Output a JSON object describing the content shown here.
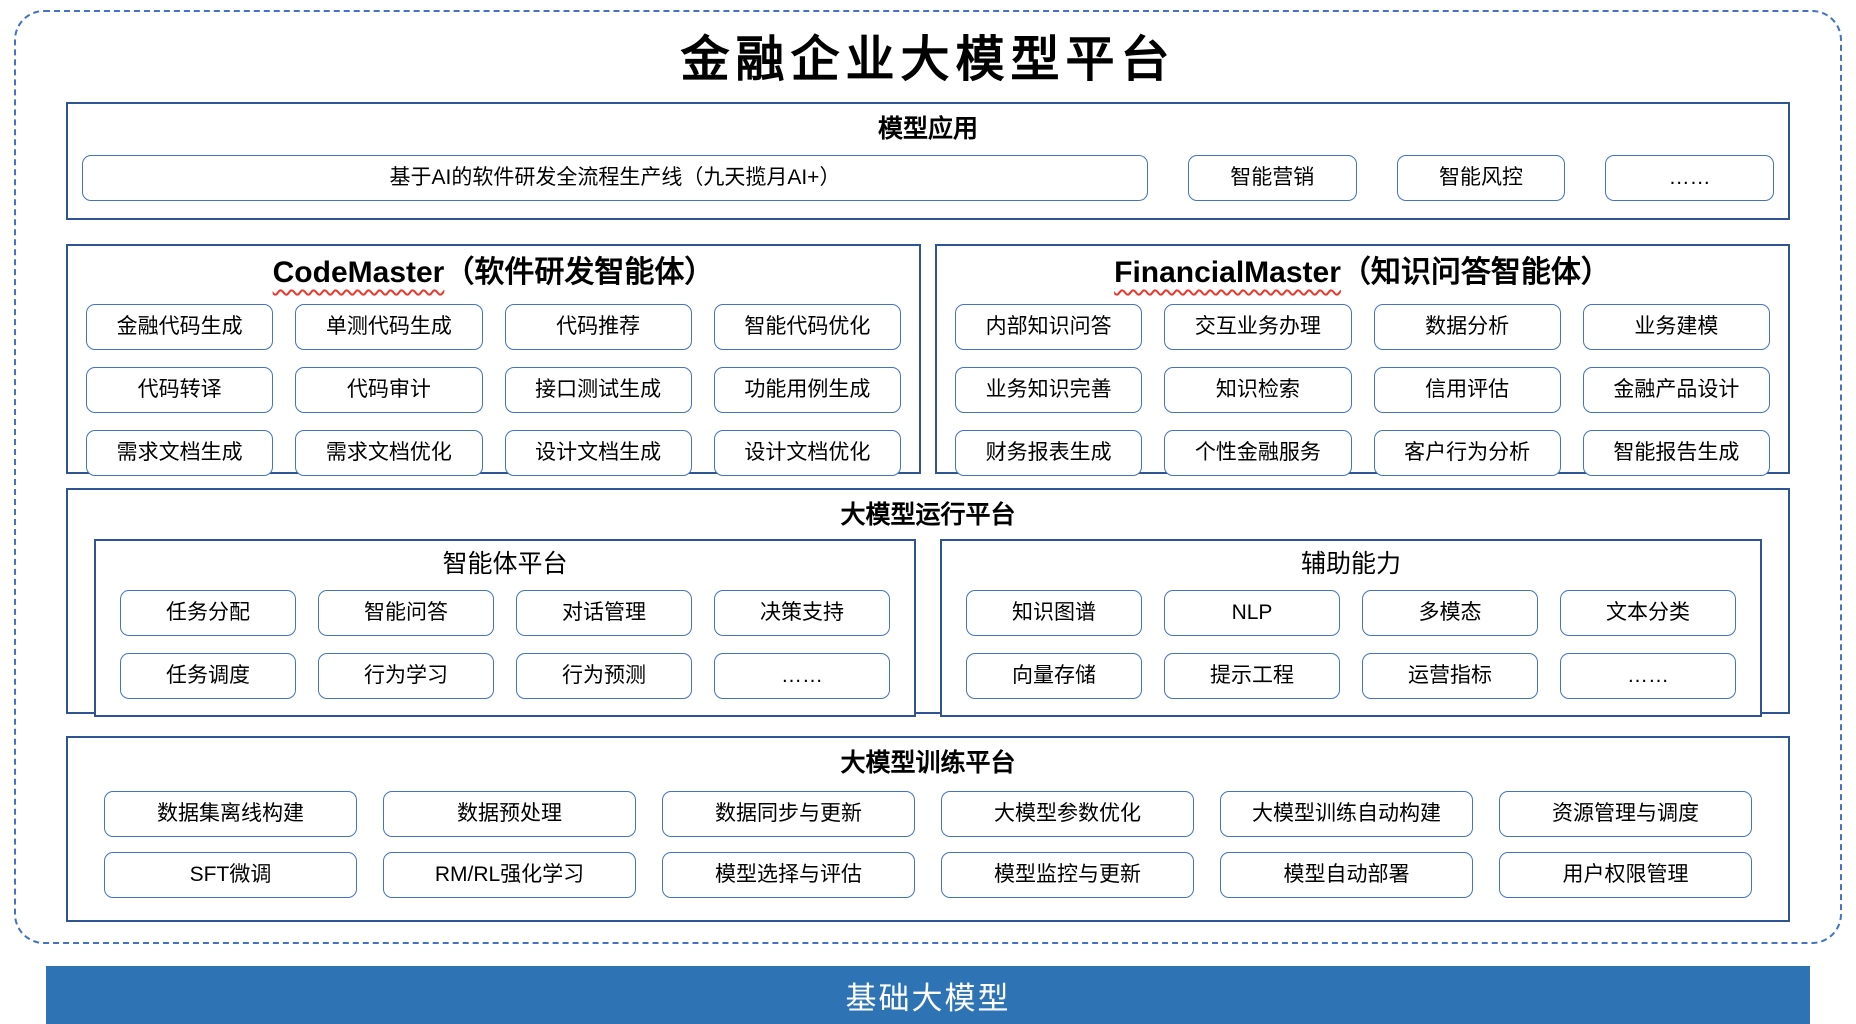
{
  "title": "金融企业大模型平台",
  "colors": {
    "outer_dashed_border": "#4472C4",
    "section_frame_border": "#2F5496",
    "item_box_border": "#4472C4",
    "foundation_bar_bg": "#2E74B5",
    "foundation_bar_text": "#FFFFFF",
    "squiggle_underline": "#E8392C",
    "text": "#000000",
    "background": "#FFFFFF"
  },
  "sections": {
    "model_app": {
      "header": "模型应用",
      "main_item": "基于AI的软件研发全流程生产线（九天揽月AI+）",
      "items": [
        "智能营销",
        "智能风控",
        "……"
      ]
    },
    "code_master": {
      "title_en": "CodeMaster",
      "title_zh": "（软件研发智能体）",
      "items": [
        "金融代码生成",
        "单测代码生成",
        "代码推荐",
        "智能代码优化",
        "代码转译",
        "代码审计",
        "接口测试生成",
        "功能用例生成",
        "需求文档生成",
        "需求文档优化",
        "设计文档生成",
        "设计文档优化"
      ]
    },
    "financial_master": {
      "title_en": "FinancialMaster",
      "title_zh": "（知识问答智能体）",
      "items": [
        "内部知识问答",
        "交互业务办理",
        "数据分析",
        "业务建模",
        "业务知识完善",
        "知识检索",
        "信用评估",
        "金融产品设计",
        "财务报表生成",
        "个性金融服务",
        "客户行为分析",
        "智能报告生成"
      ]
    },
    "runtime": {
      "header": "大模型运行平台",
      "panels": [
        {
          "title": "智能体平台",
          "items": [
            "任务分配",
            "智能问答",
            "对话管理",
            "决策支持",
            "任务调度",
            "行为学习",
            "行为预测",
            "……"
          ]
        },
        {
          "title": "辅助能力",
          "items": [
            "知识图谱",
            "NLP",
            "多模态",
            "文本分类",
            "向量存储",
            "提示工程",
            "运营指标",
            "……"
          ]
        }
      ]
    },
    "training": {
      "header": "大模型训练平台",
      "items": [
        "数据集离线构建",
        "数据预处理",
        "数据同步与更新",
        "大模型参数优化",
        "大模型训练自动构建",
        "资源管理与调度",
        "SFT微调",
        "RM/RL强化学习",
        "模型选择与评估",
        "模型监控与更新",
        "模型自动部署",
        "用户权限管理"
      ]
    },
    "foundation": {
      "label": "基础大模型"
    }
  }
}
